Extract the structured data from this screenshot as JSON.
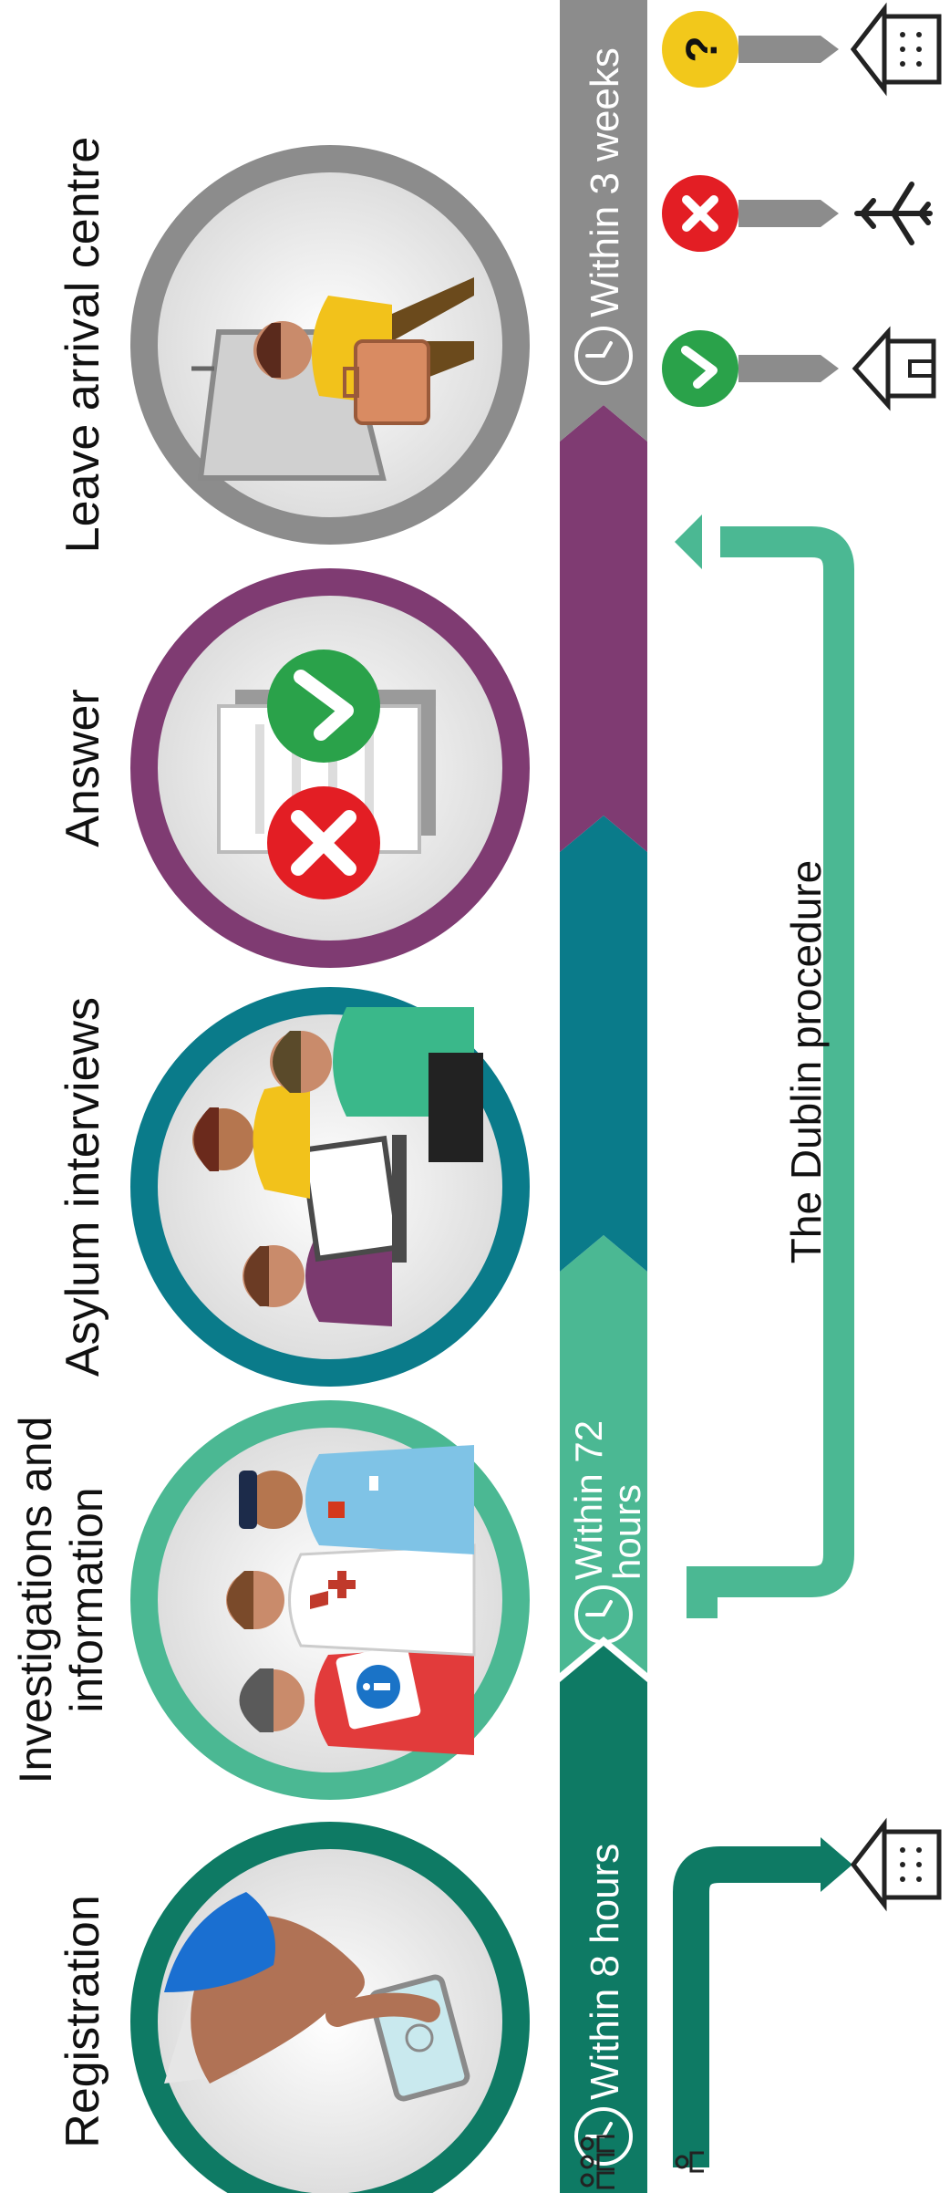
{
  "colors": {
    "registration": "#0e7a64",
    "investigations": "#4bb893",
    "interviews": "#0a7b8a",
    "answer": "#7f3b72",
    "leave": "#8c8c8c",
    "yes": "#2aa24a",
    "no": "#e31e24",
    "maybe": "#f2c81b"
  },
  "stages": [
    {
      "id": "registration",
      "label": "Registration"
    },
    {
      "id": "investigations",
      "label": "Investigations and",
      "label2": "information"
    },
    {
      "id": "interviews",
      "label": "Asylum interviews"
    },
    {
      "id": "answer",
      "label": "Answer"
    },
    {
      "id": "leave",
      "label": "Leave arrival centre"
    }
  ],
  "timeline": {
    "registration": "Within 8 hours",
    "investigations_line1": "Within 72",
    "investigations_line2": "hours",
    "leave": "Within 3 weeks"
  },
  "dublin": {
    "label": "The Dublin procedure"
  },
  "icons": {
    "people": "group-of-people-icon",
    "person": "single-person-icon",
    "clock": "clock-icon",
    "building": "reception-building-icon",
    "home": "house-icon",
    "plane": "airplane-icon",
    "yes": "checkmark-icon",
    "no": "cross-icon",
    "maybe": "question-mark-icon"
  }
}
